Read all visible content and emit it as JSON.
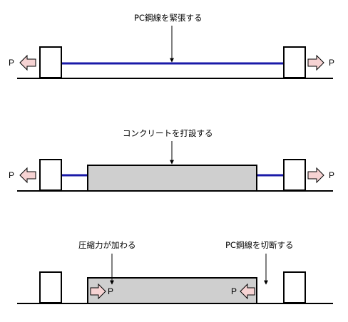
{
  "panels": [
    {
      "caption": "PC鋼線を緊張する",
      "left_force": "P",
      "right_force": "P"
    },
    {
      "caption": "コンクリートを打設する",
      "left_force": "P",
      "right_force": "P"
    },
    {
      "caption_left": "圧縮力が加わる",
      "caption_right": "PC鋼線を切断する",
      "left_force": "P",
      "right_force": "P"
    }
  ],
  "colors": {
    "tendon": "#1a1aa8",
    "concrete_fill": "#cfcfcf",
    "arrow_fill": "#f6d3d3",
    "outline": "#000000"
  }
}
